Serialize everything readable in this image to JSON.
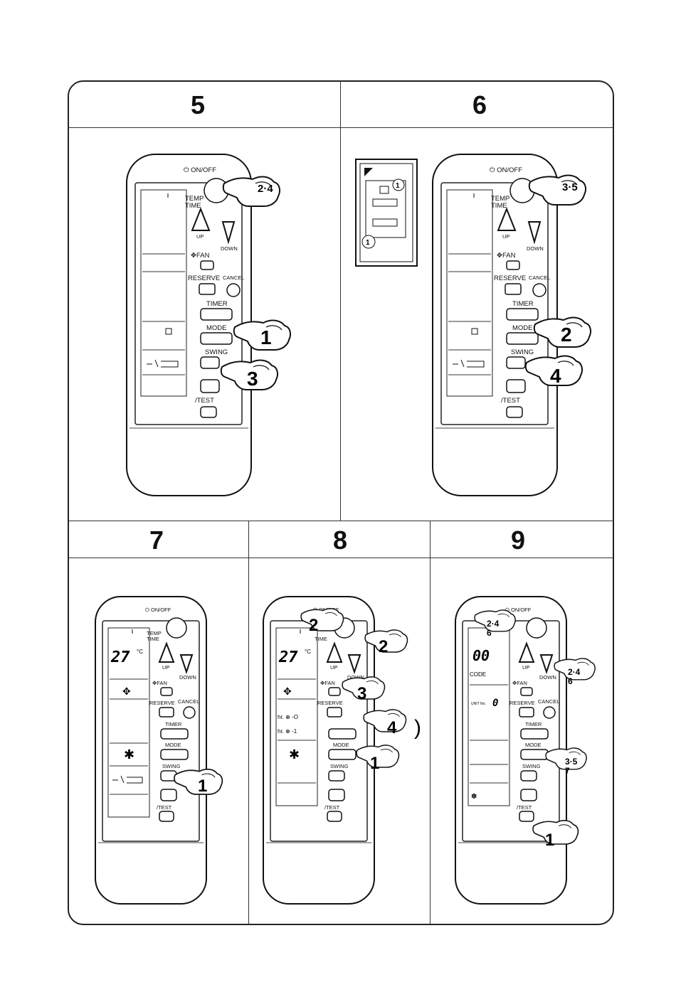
{
  "panels": [
    {
      "number": "5",
      "callouts": [
        "2·4",
        "1",
        "3"
      ]
    },
    {
      "number": "6",
      "callouts": [
        "3·5",
        "2",
        "4",
        "1",
        "1"
      ]
    },
    {
      "number": "7",
      "callouts": [
        "1"
      ],
      "display": {
        "temp": "27",
        "unit": "°C"
      }
    },
    {
      "number": "8",
      "callouts": [
        "2",
        "2",
        "3",
        "4",
        "1"
      ],
      "paren": ")",
      "display": {
        "temp": "27",
        "unit": "°C",
        "timer_on": "hr. ⊕ -O",
        "timer_off": "hr. ⊕ -1"
      }
    },
    {
      "number": "9",
      "callouts": [
        "2·4\n6",
        "2·4\n6",
        "3·5\n7",
        "1"
      ],
      "display": {
        "digits": "00",
        "code": "CODE",
        "unit": "UNIT No.",
        "unit_value": "0"
      }
    }
  ],
  "remote_labels": {
    "on_off": "⏻ ON/OFF",
    "temp": "TEMP",
    "time": "TIME",
    "up": "UP",
    "down": "DOWN",
    "fan": "✥FAN",
    "reserve": "RESERVE",
    "cancel": "CANCEL",
    "timer": "TIMER",
    "mode": "MODE",
    "swing": "SWING",
    "test": "/TEST"
  }
}
